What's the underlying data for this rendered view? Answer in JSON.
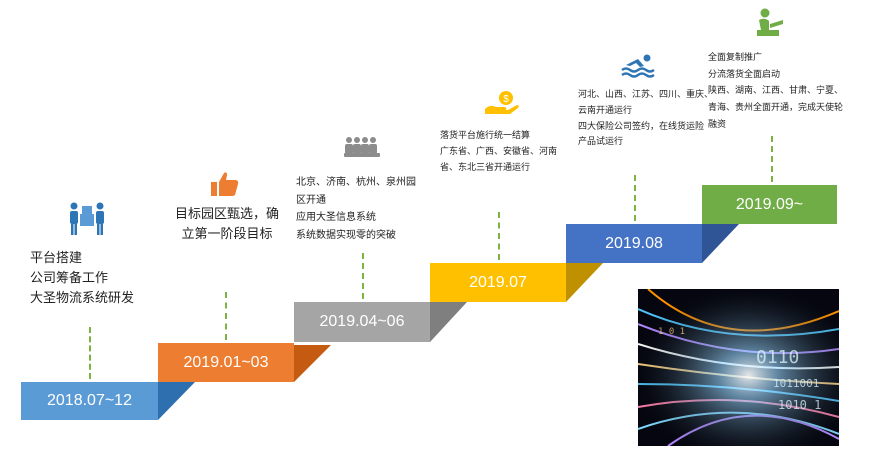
{
  "colors": {
    "step1": "#5b9bd5",
    "step2": "#ed7d31",
    "step3": "#a5a5a5",
    "step4": "#ffc000",
    "step5": "#4472c4",
    "step6": "#70ad47",
    "connector": "#7cb342"
  },
  "steps": [
    {
      "date": "2018.07~12",
      "icon": "people-boxes-icon",
      "lines": [
        "平台搭建",
        "公司筹备工作",
        "大圣物流系统研发"
      ]
    },
    {
      "date": "2019.01~03",
      "icon": "thumbs-up-icon",
      "lines": [
        "目标园区甄选，确",
        "立第一阶段目标"
      ]
    },
    {
      "date": "2019.04~06",
      "icon": "team-group-icon",
      "lines": [
        "北京、济南、杭州、泉州园",
        "区开通",
        "应用大圣信息系统",
        "系统数据实现零的突破"
      ]
    },
    {
      "date": "2019.07",
      "icon": "hand-money-icon",
      "lines": [
        "落货平台施行统一结算",
        "广东省、广西、安徽省、河南",
        "省、东北三省开通运行"
      ]
    },
    {
      "date": "2019.08",
      "icon": "swimmer-icon",
      "lines": [
        "河北、山西、江苏、四川、重庆、",
        "云南开通运行",
        "四大保险公司签约，在线货运险",
        "产品试运行"
      ]
    },
    {
      "date": "2019.09~",
      "icon": "reading-person-icon",
      "lines": [
        "全面复制推广",
        "分流落货全面启动",
        "陕西、湖南、江西、甘肃、宁夏、",
        "青海、贵州全面开通，完成天使轮",
        "融资"
      ]
    }
  ]
}
